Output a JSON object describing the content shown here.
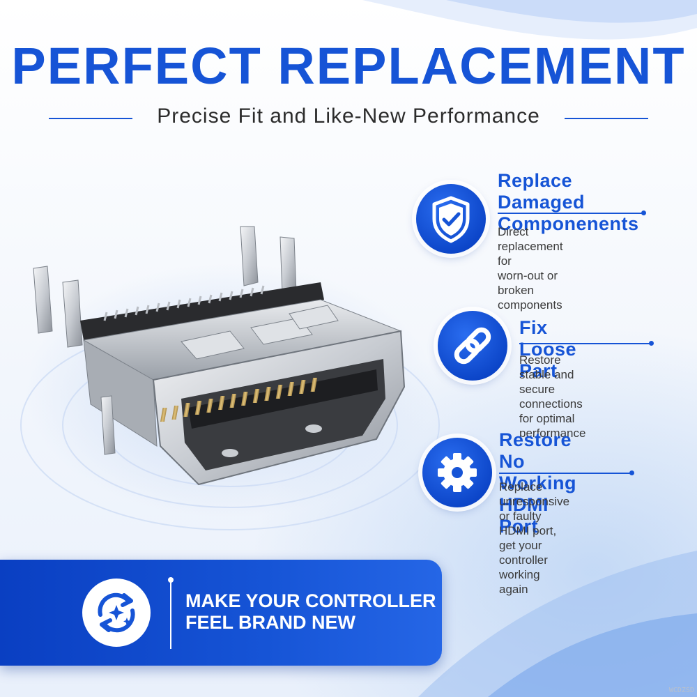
{
  "title": "PERFECT REPLACEMENT",
  "subtitle": "Precise Fit and Like-New Performance",
  "colors": {
    "brand_blue": "#1654d6",
    "text_dark": "#2b2b2b",
    "text_body": "#3a3a3a"
  },
  "features": [
    {
      "icon": "shield-check-icon",
      "heading": "Replace Damaged\nComponenents",
      "description": "Direct replacement for\nworn-out or broken\ncomponents"
    },
    {
      "icon": "chain-link-icon",
      "heading": "Fix Loose Part",
      "description": "Restore stable and secure\nconnections for optimal\nperformance"
    },
    {
      "icon": "gear-icon",
      "heading": "Restore No Working\nHDMI Port",
      "description": "Replace unresponsive or faulty\nHDMI port, get your controller\nworking again"
    }
  ],
  "banner": {
    "icon": "refresh-sparkle-icon",
    "text": "MAKE YOUR CONTROLLER\nFEEL BRAND NEW"
  },
  "watermark": "WCDZSD"
}
